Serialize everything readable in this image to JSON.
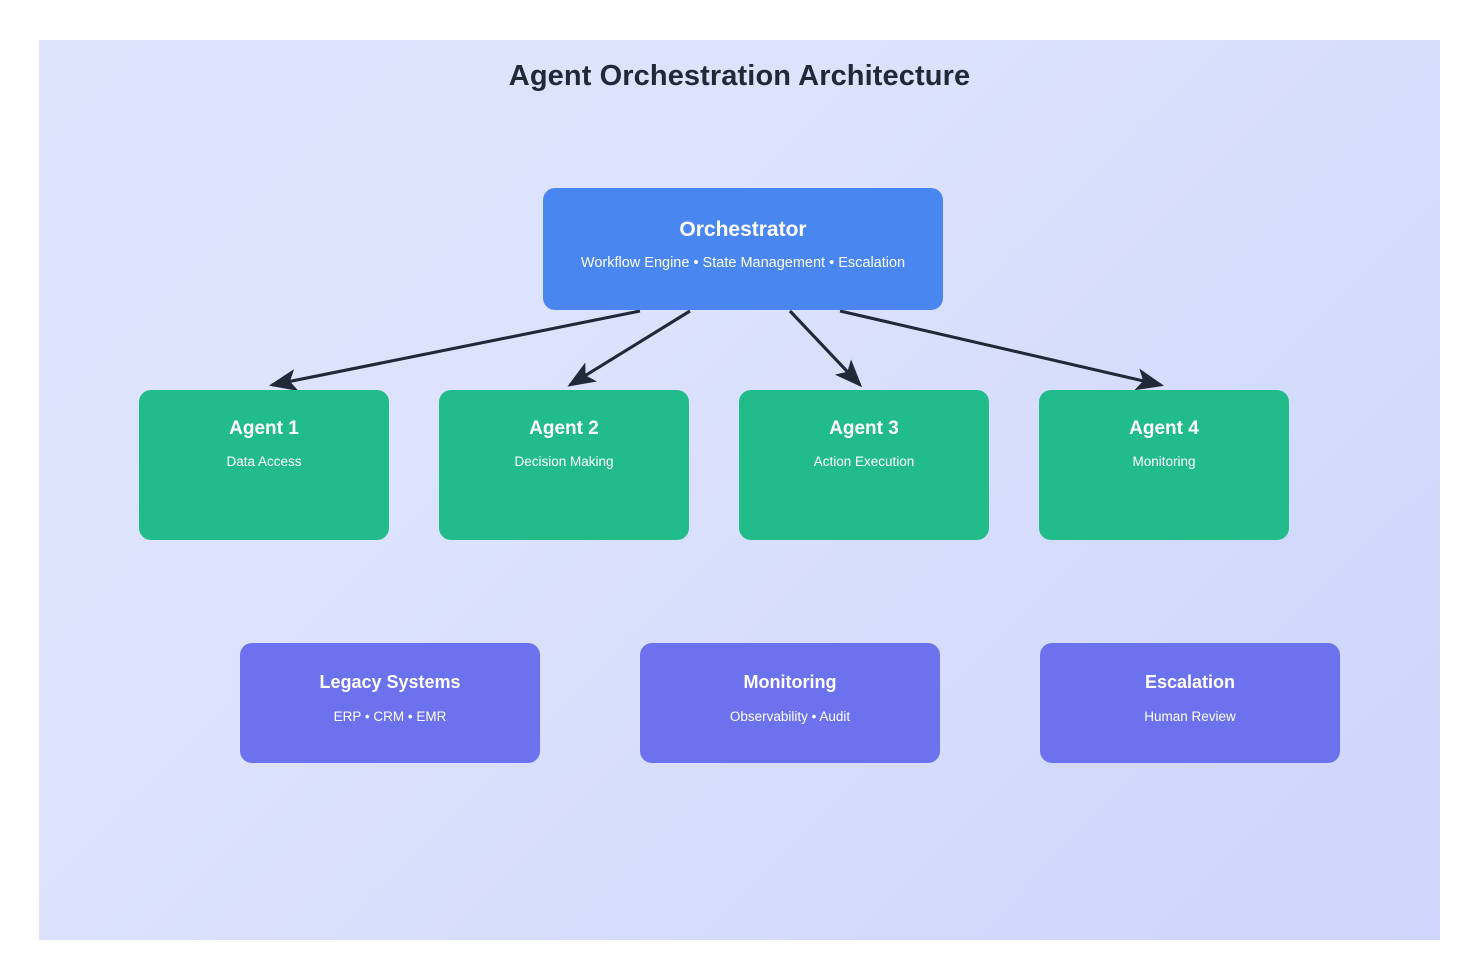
{
  "title": "Agent Orchestration Architecture",
  "colors": {
    "orchestrator": "#4a86ef",
    "agent": "#22bc8a",
    "support": "#6c72ed",
    "arrow": "#1f2937",
    "title_text": "#1f2937",
    "background_start": "#dfe4fd",
    "background_end": "#ccd5fb"
  },
  "orchestrator": {
    "title": "Orchestrator",
    "subtitle": "Workflow Engine • State Management • Escalation"
  },
  "agents": [
    {
      "title": "Agent 1",
      "subtitle": "Data Access"
    },
    {
      "title": "Agent 2",
      "subtitle": "Decision Making"
    },
    {
      "title": "Agent 3",
      "subtitle": "Action Execution"
    },
    {
      "title": "Agent 4",
      "subtitle": "Monitoring"
    }
  ],
  "support": [
    {
      "title": "Legacy Systems",
      "subtitle": "ERP • CRM • EMR"
    },
    {
      "title": "Monitoring",
      "subtitle": "Observability • Audit"
    },
    {
      "title": "Escalation",
      "subtitle": "Human Review"
    }
  ],
  "connections": [
    {
      "from": "Orchestrator",
      "to": "Agent 1"
    },
    {
      "from": "Orchestrator",
      "to": "Agent 2"
    },
    {
      "from": "Orchestrator",
      "to": "Agent 3"
    },
    {
      "from": "Orchestrator",
      "to": "Agent 4"
    }
  ]
}
